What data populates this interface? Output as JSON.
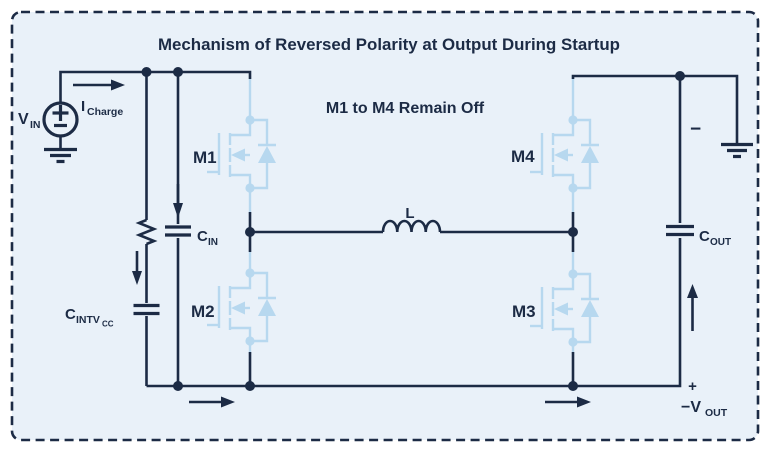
{
  "diagram": {
    "title": "Mechanism of Reversed Polarity at Output During Startup",
    "annotation": "M1 to M4 Remain Off",
    "source": {
      "name": "V",
      "sub": "IN",
      "plus": "+",
      "minus": "−"
    },
    "charge_current": {
      "name": "I",
      "sub": "Charge"
    },
    "capacitors": {
      "cin": {
        "name": "C",
        "sub": "IN"
      },
      "cintvcc": {
        "name": "C",
        "sub": "INTV",
        "subsub": "CC"
      },
      "cout": {
        "name": "C",
        "sub": "OUT"
      }
    },
    "inductor": {
      "label": "L"
    },
    "mosfets": {
      "m1": "M1",
      "m2": "M2",
      "m3": "M3",
      "m4": "M4"
    },
    "output": {
      "polarity_top": "−",
      "polarity_bottom": "+",
      "label": "−V",
      "sub": "OUT"
    },
    "colors": {
      "background": "#e9f1f9",
      "ink": "#1c2b45",
      "mosfet_inactive_blue": "#b7d8ef",
      "page": "#ffffff"
    }
  }
}
